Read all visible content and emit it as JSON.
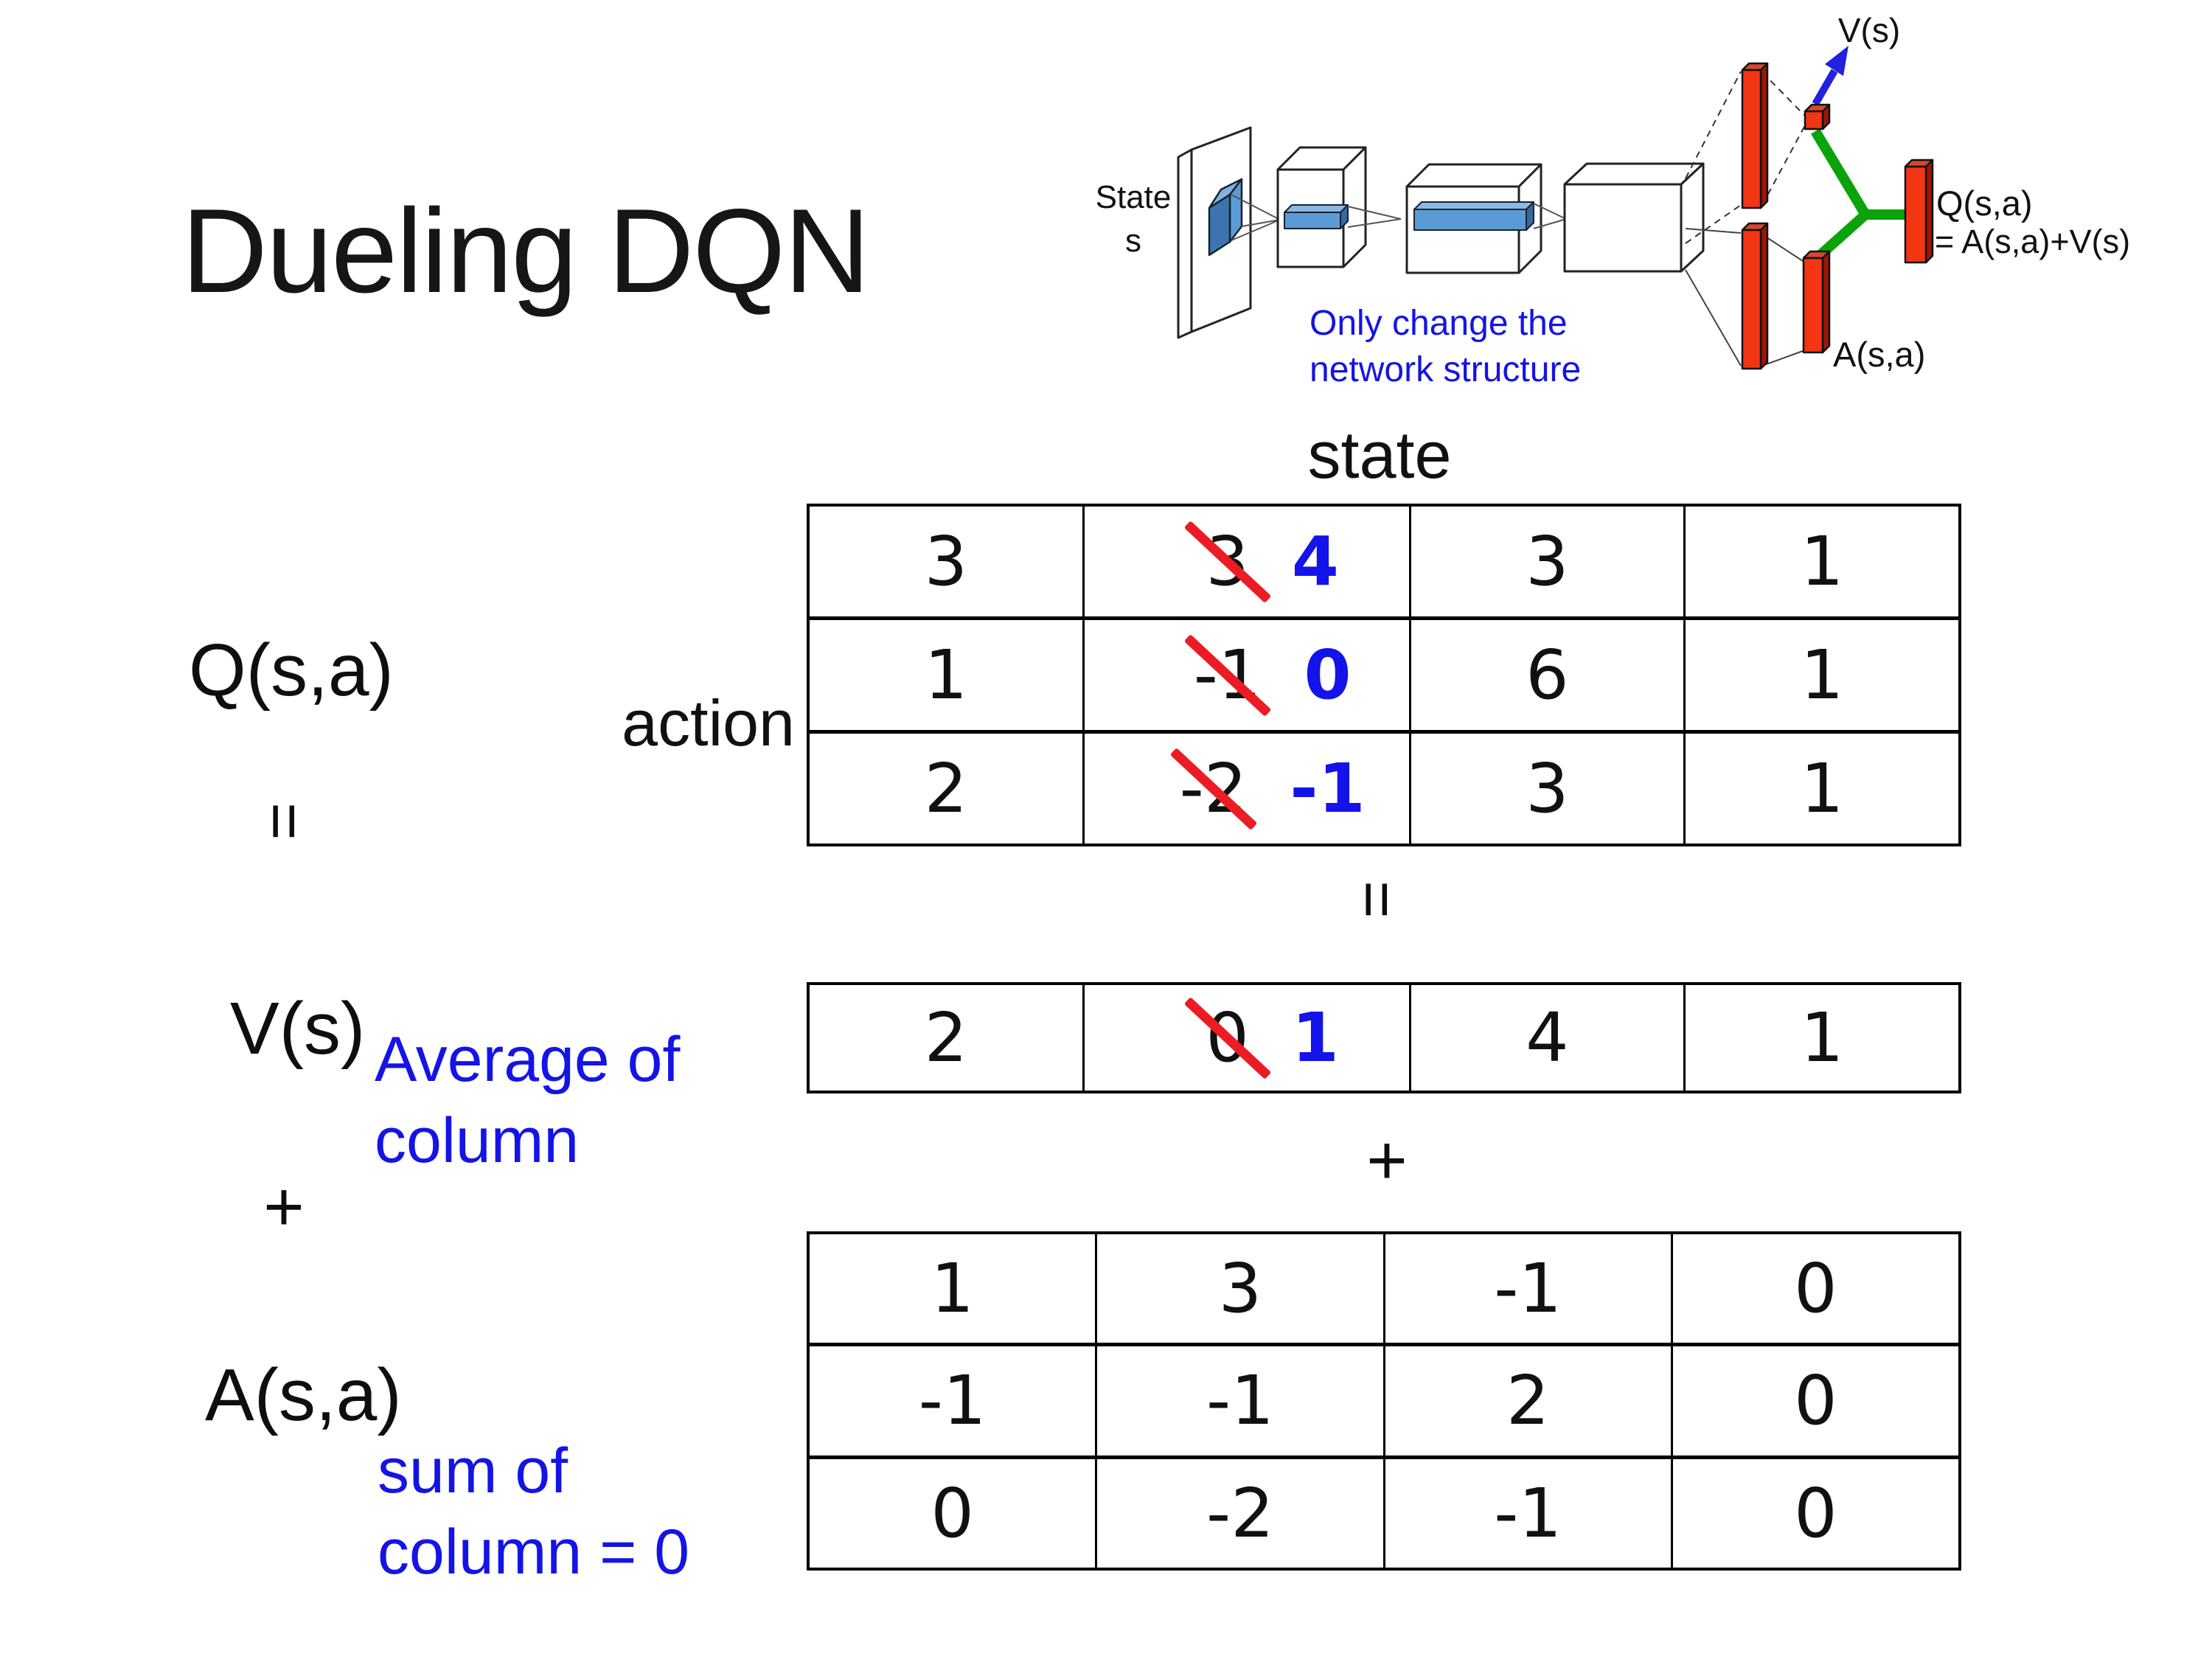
{
  "title": "Dueling DQN",
  "colors": {
    "note_blue": "#1414e6",
    "new_value_blue": "#1313ea",
    "strike_red": "#ec1c24",
    "bar_red": "#f23513",
    "connector_green": "#0aa30a",
    "arrow_blue": "#2121de",
    "feature_blue": "#5b9bd5"
  },
  "diagram": {
    "state_line1": "State",
    "state_line2": "s",
    "v_label": "V(s)",
    "q_label": "Q(s,a)",
    "q_formula": "= A(s,a)+V(s)",
    "a_label": "A(s,a)",
    "note_line1": "Only change the",
    "note_line2": "network structure"
  },
  "equation": {
    "state_header": "state",
    "action_label": "action",
    "q_label": "Q(s,a)",
    "v_label": "V(s)",
    "a_label": "A(s,a)",
    "equals_left": "=",
    "equals_center": "=",
    "plus_left": "+",
    "plus_center": "+",
    "avg_note_line1": "Average of",
    "avg_note_line2": "column",
    "sum_note_line1": "sum of",
    "sum_note_line2": "column = 0",
    "q_table": {
      "rows": [
        {
          "cells": [
            {
              "v": "3"
            },
            {
              "v": "3",
              "crossed": true,
              "new": "4"
            },
            {
              "v": "3"
            },
            {
              "v": "1"
            }
          ]
        },
        {
          "cells": [
            {
              "v": "1"
            },
            {
              "v": "-1",
              "crossed": true,
              "new": "0"
            },
            {
              "v": "6"
            },
            {
              "v": "1"
            }
          ]
        },
        {
          "cells": [
            {
              "v": "2"
            },
            {
              "v": "-2",
              "crossed": true,
              "new": "-1"
            },
            {
              "v": "3"
            },
            {
              "v": "1"
            }
          ]
        }
      ]
    },
    "v_table": {
      "rows": [
        {
          "cells": [
            {
              "v": "2"
            },
            {
              "v": "0",
              "crossed": true,
              "new": "1"
            },
            {
              "v": "4"
            },
            {
              "v": "1"
            }
          ]
        }
      ]
    },
    "a_table": {
      "rows": [
        {
          "cells": [
            {
              "v": "1"
            },
            {
              "v": "3"
            },
            {
              "v": "-1"
            },
            {
              "v": "0"
            }
          ]
        },
        {
          "cells": [
            {
              "v": "-1"
            },
            {
              "v": "-1"
            },
            {
              "v": "2"
            },
            {
              "v": "0"
            }
          ]
        },
        {
          "cells": [
            {
              "v": "0"
            },
            {
              "v": "-2"
            },
            {
              "v": "-1"
            },
            {
              "v": "0"
            }
          ]
        }
      ]
    }
  }
}
